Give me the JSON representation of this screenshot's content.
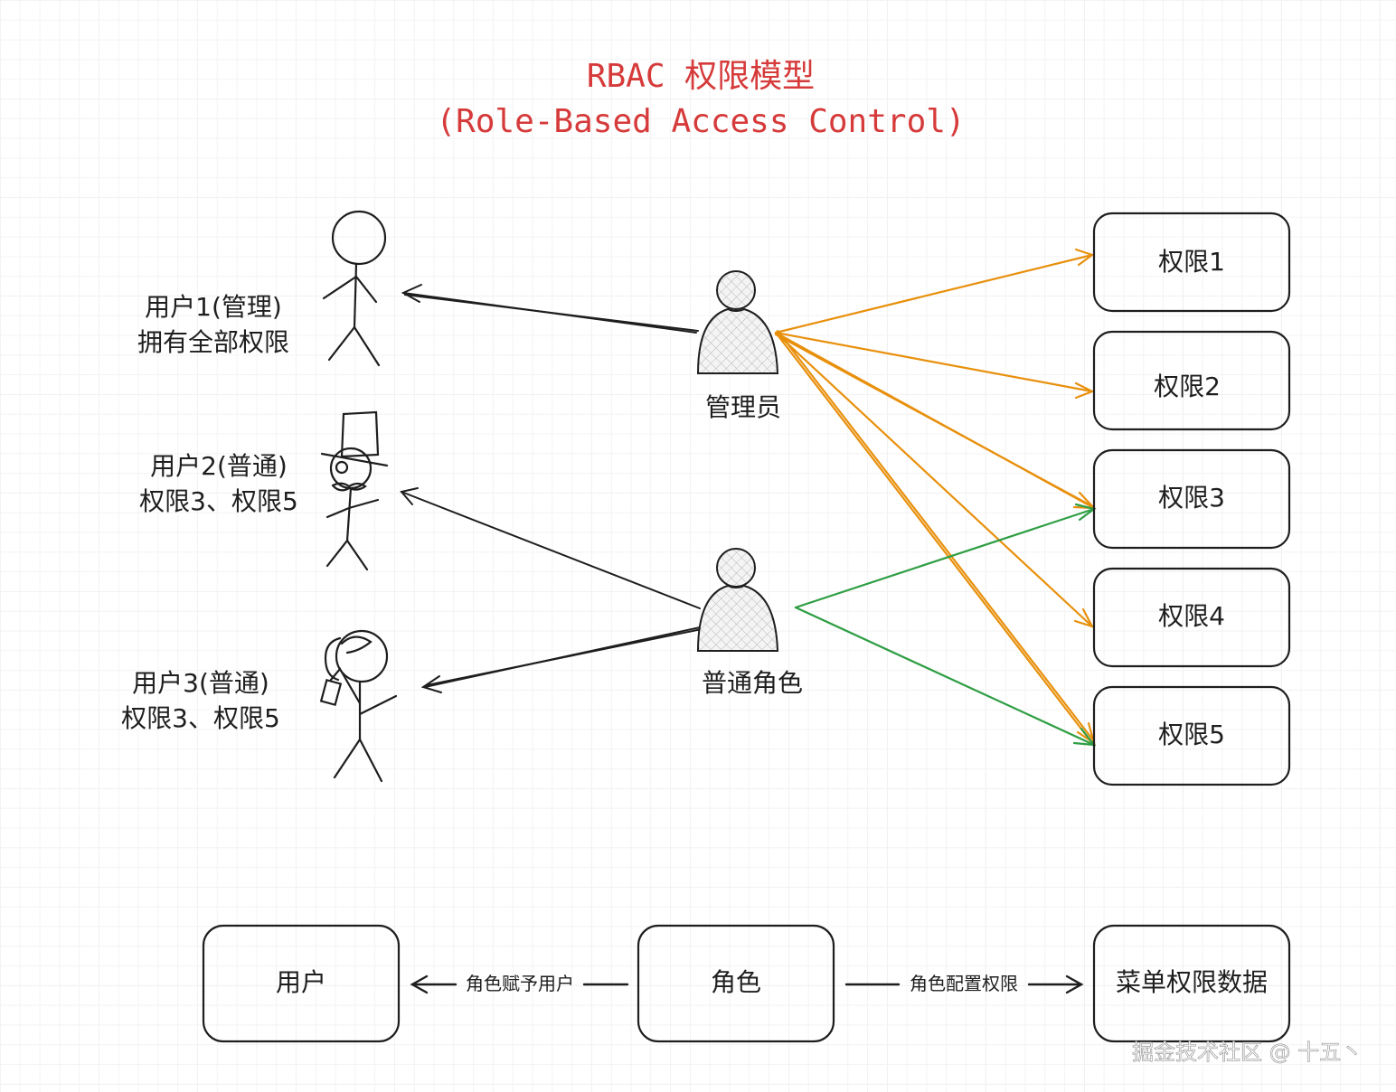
{
  "title": {
    "line1": "RBAC 权限模型",
    "line2": "(Role-Based Access Control)"
  },
  "users": [
    {
      "name": "用户1(管理)",
      "desc": "拥有全部权限"
    },
    {
      "name": "用户2(普通)",
      "desc": "权限3、权限5"
    },
    {
      "name": "用户3(普通)",
      "desc": "权限3、权限5"
    }
  ],
  "roles": [
    {
      "label": "管理员"
    },
    {
      "label": "普通角色"
    }
  ],
  "permissions": [
    "权限1",
    "权限2",
    "权限3",
    "权限4",
    "权限5"
  ],
  "flow": {
    "user_box": "用户",
    "role_box": "角色",
    "perm_box": "菜单权限数据",
    "role_to_user": "角色赋予用户",
    "role_to_perm": "角色配置权限"
  },
  "colors": {
    "title": "#d63a3a",
    "admin_edges": "#e8900c",
    "normal_edges": "#2f9e44",
    "ink": "#1e1e1e"
  },
  "watermark": "掘金技术社区 @ 十五丶"
}
